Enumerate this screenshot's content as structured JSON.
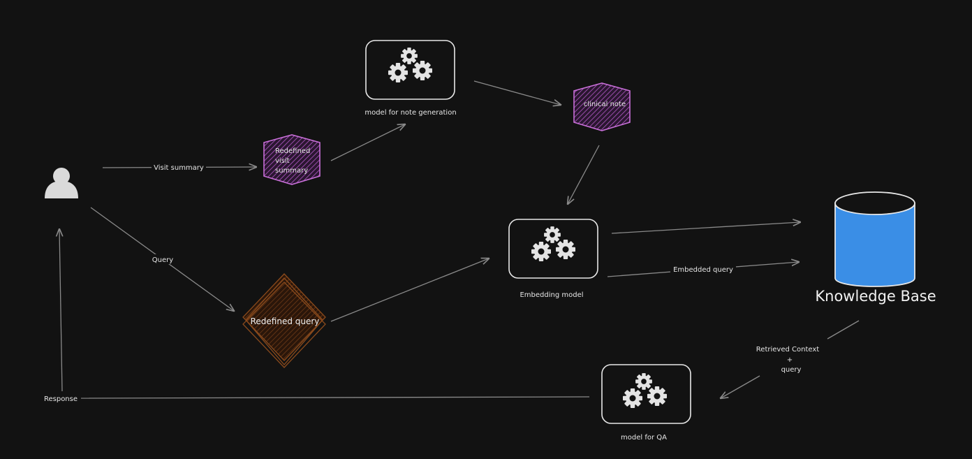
{
  "nodes": {
    "user": {
      "icon": "user-icon"
    },
    "redefined_visit_summary": {
      "lines": [
        "Redefined",
        "visit",
        "summary"
      ],
      "color": "#c86fd8"
    },
    "model_note_generation": {
      "label": "model for note generation",
      "icon": "gears-icon"
    },
    "clinical_note": {
      "label": "clinical note",
      "color": "#c86fd8"
    },
    "redefined_query": {
      "label": "Redefined query",
      "color": "#8a4a1c"
    },
    "embedding_model": {
      "label": "Embedding model",
      "icon": "gears-icon"
    },
    "knowledge_base": {
      "label": "Knowledge Base",
      "icon": "database-icon",
      "color": "#3a8ee6"
    },
    "model_qa": {
      "label": "model for QA",
      "icon": "gears-icon"
    }
  },
  "edges": {
    "visit_summary": {
      "label": "Visit summary"
    },
    "query": {
      "label": "Query"
    },
    "embedded_query": {
      "label": "Embedded query"
    },
    "retrieved_context": {
      "lines": [
        "Retrieved Context",
        "+",
        "query"
      ]
    },
    "response": {
      "label": "Response"
    }
  }
}
